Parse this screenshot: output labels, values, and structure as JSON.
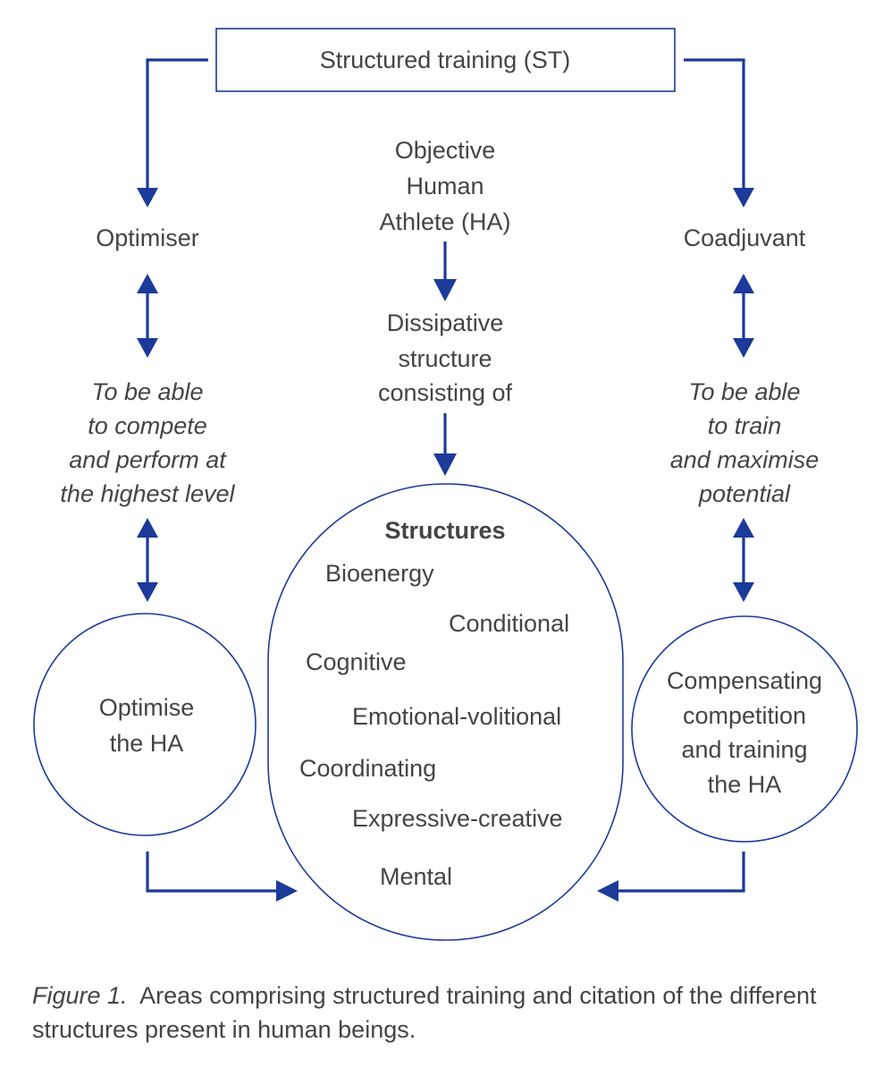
{
  "top_box": "Structured training (ST)",
  "left_column": {
    "heading": "Optimiser",
    "note": [
      "To be able",
      "to compete",
      "and perform at",
      "the highest level"
    ],
    "circle": [
      "Optimise",
      "the HA"
    ]
  },
  "center_column": {
    "objective": [
      "Objective",
      "Human",
      "Athlete (HA)"
    ],
    "dissipative": [
      "Dissipative",
      "structure",
      "consisting of"
    ],
    "structures_title": "Structures",
    "structures": [
      "Bioenergy",
      "Conditional",
      "Cognitive",
      "Emotional-volitional",
      "Coordinating",
      "Expressive-creative",
      "Mental"
    ]
  },
  "right_column": {
    "heading": "Coadjuvant",
    "note": [
      "To be able",
      "to train",
      "and maximise",
      "potential"
    ],
    "circle": [
      "Compensating",
      "competition",
      "and training",
      "the HA"
    ]
  },
  "caption": {
    "label": "Figure 1.",
    "text": "Areas comprising structured training and citation of the different structures present in human beings."
  }
}
